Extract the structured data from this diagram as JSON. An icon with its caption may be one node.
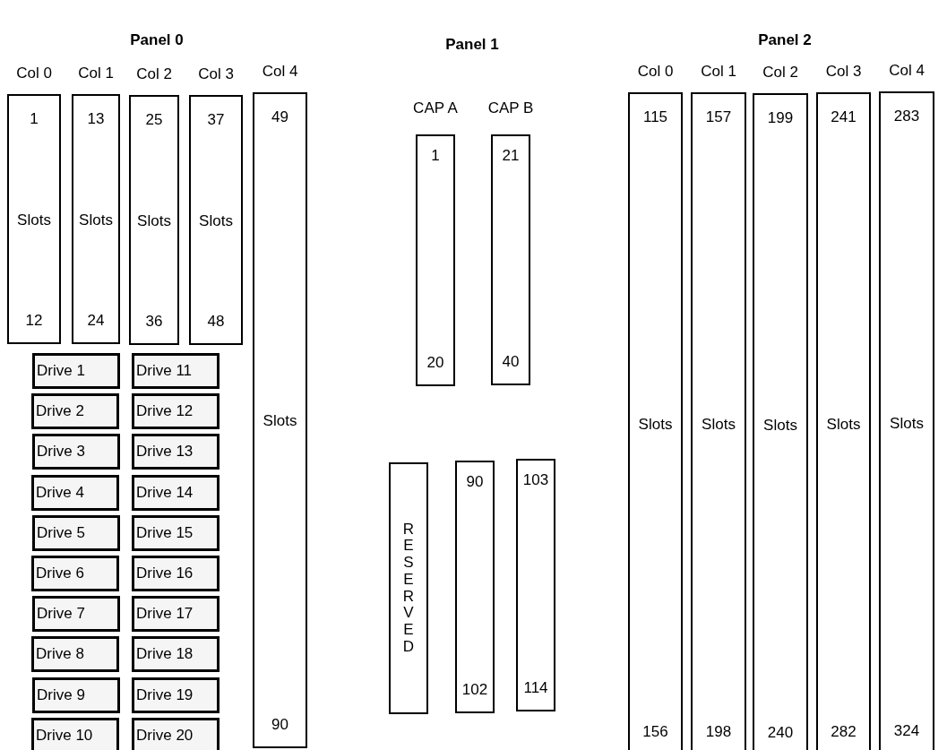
{
  "diagram": {
    "nodes": [
      {
        "text": [
          "1",
          "Slots",
          "12"
        ],
        "beside": [
          "Col 0"
        ]
      },
      {
        "text": [
          "13",
          "Slots",
          "24"
        ],
        "beside": [
          "Col 1"
        ]
      },
      {
        "text": [
          "25",
          "Slots",
          "36"
        ],
        "beside": [
          "Col 2"
        ]
      },
      {
        "text": [
          "37",
          "Slots",
          "48"
        ],
        "beside": [
          "Col 3"
        ]
      },
      {
        "text": [
          "49",
          "Slots",
          "90"
        ],
        "beside": [
          "Col 4"
        ]
      },
      {
        "text": [
          "Drive 1"
        ]
      },
      {
        "text": [
          "Drive 2"
        ]
      },
      {
        "text": [
          "Drive 3"
        ]
      },
      {
        "text": [
          "Drive 4"
        ]
      },
      {
        "text": [
          "Drive 5"
        ]
      },
      {
        "text": [
          "Drive 6"
        ]
      },
      {
        "text": [
          "Drive 7"
        ]
      },
      {
        "text": [
          "Drive 8"
        ]
      },
      {
        "text": [
          "Drive 9"
        ]
      },
      {
        "text": [
          "Drive 10"
        ]
      },
      {
        "text": [
          "Drive 11"
        ]
      },
      {
        "text": [
          "Drive 12"
        ]
      },
      {
        "text": [
          "Drive 13"
        ]
      },
      {
        "text": [
          "Drive 14"
        ]
      },
      {
        "text": [
          "Drive 15"
        ]
      },
      {
        "text": [
          "Drive 16"
        ]
      },
      {
        "text": [
          "Drive 17"
        ]
      },
      {
        "text": [
          "Drive 18"
        ]
      },
      {
        "text": [
          "Drive 19"
        ]
      },
      {
        "text": [
          "Drive 20"
        ]
      },
      {
        "text": [
          "1",
          "20"
        ],
        "beside": [
          "CAP A"
        ]
      },
      {
        "text": [
          "21",
          "40"
        ],
        "beside": [
          "CAP B"
        ]
      },
      {
        "text": [
          "RESERVED"
        ]
      },
      {
        "text": [
          "90",
          "102"
        ]
      },
      {
        "text": [
          "103",
          "114"
        ]
      },
      {
        "text": [
          "115",
          "Slots",
          "156"
        ],
        "beside": [
          "Col 0"
        ]
      },
      {
        "text": [
          "157",
          "Slots",
          "198"
        ],
        "beside": [
          "Col 1"
        ]
      },
      {
        "text": [
          "199",
          "Slots",
          "240"
        ],
        "beside": [
          "Col 2"
        ]
      },
      {
        "text": [
          "241",
          "Slots",
          "282"
        ],
        "beside": [
          "Col 3"
        ]
      },
      {
        "text": [
          "283",
          "Slots",
          "324"
        ],
        "beside": [
          "Col 4"
        ]
      }
    ],
    "labels": [
      "Panel 0",
      "Panel 1",
      "Panel 2"
    ]
  }
}
